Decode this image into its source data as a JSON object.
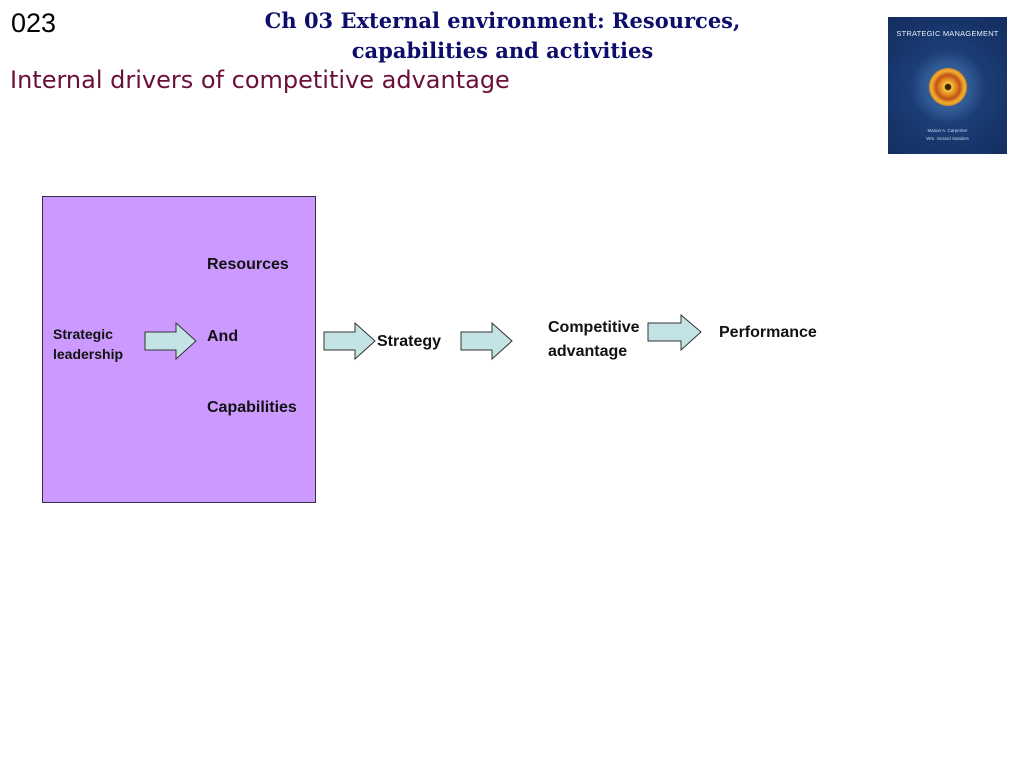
{
  "slide": {
    "number": "023",
    "chapter_title": "Ch 03 External environment: Resources, capabilities and activities",
    "subtitle": "Internal drivers of competitive advantage"
  },
  "book_cover": {
    "title": "STRATEGIC MANAGEMENT",
    "authors": [
      "Mason A. Carpenter",
      "Wm. Gerard Sanders"
    ]
  },
  "diagram": {
    "colors": {
      "box_fill": "#cc99ff",
      "arrow_fill": "#c4e3e4",
      "arrow_stroke": "#333333"
    },
    "nodes": {
      "leadership": "Strategic leadership",
      "resources": "Resources",
      "and": "And",
      "capabilities": "Capabilities",
      "strategy": "Strategy",
      "competitive_advantage": "Competitive advantage",
      "performance": "Performance"
    },
    "flows": [
      {
        "from": "Strategic leadership",
        "to": "Resources And Capabilities"
      },
      {
        "from": "Resources And Capabilities",
        "to": "Strategy"
      },
      {
        "from": "Strategy",
        "to": "Competitive advantage"
      },
      {
        "from": "Competitive advantage",
        "to": "Performance"
      }
    ]
  }
}
